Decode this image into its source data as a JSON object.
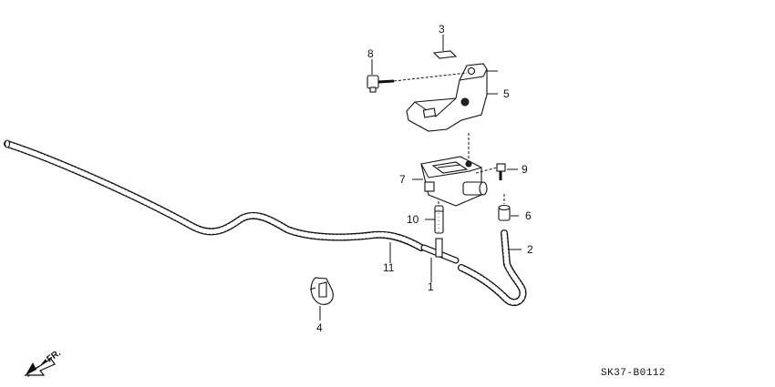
{
  "diagram": {
    "catalog_code": "SK37-B0112",
    "direction_label": "FR.",
    "callouts": {
      "c1": "1",
      "c2": "2",
      "c3": "3",
      "c4": "4",
      "c5": "5",
      "c6": "6",
      "c7": "7",
      "c8": "8",
      "c9": "9",
      "c10": "10",
      "c11": "11"
    }
  }
}
